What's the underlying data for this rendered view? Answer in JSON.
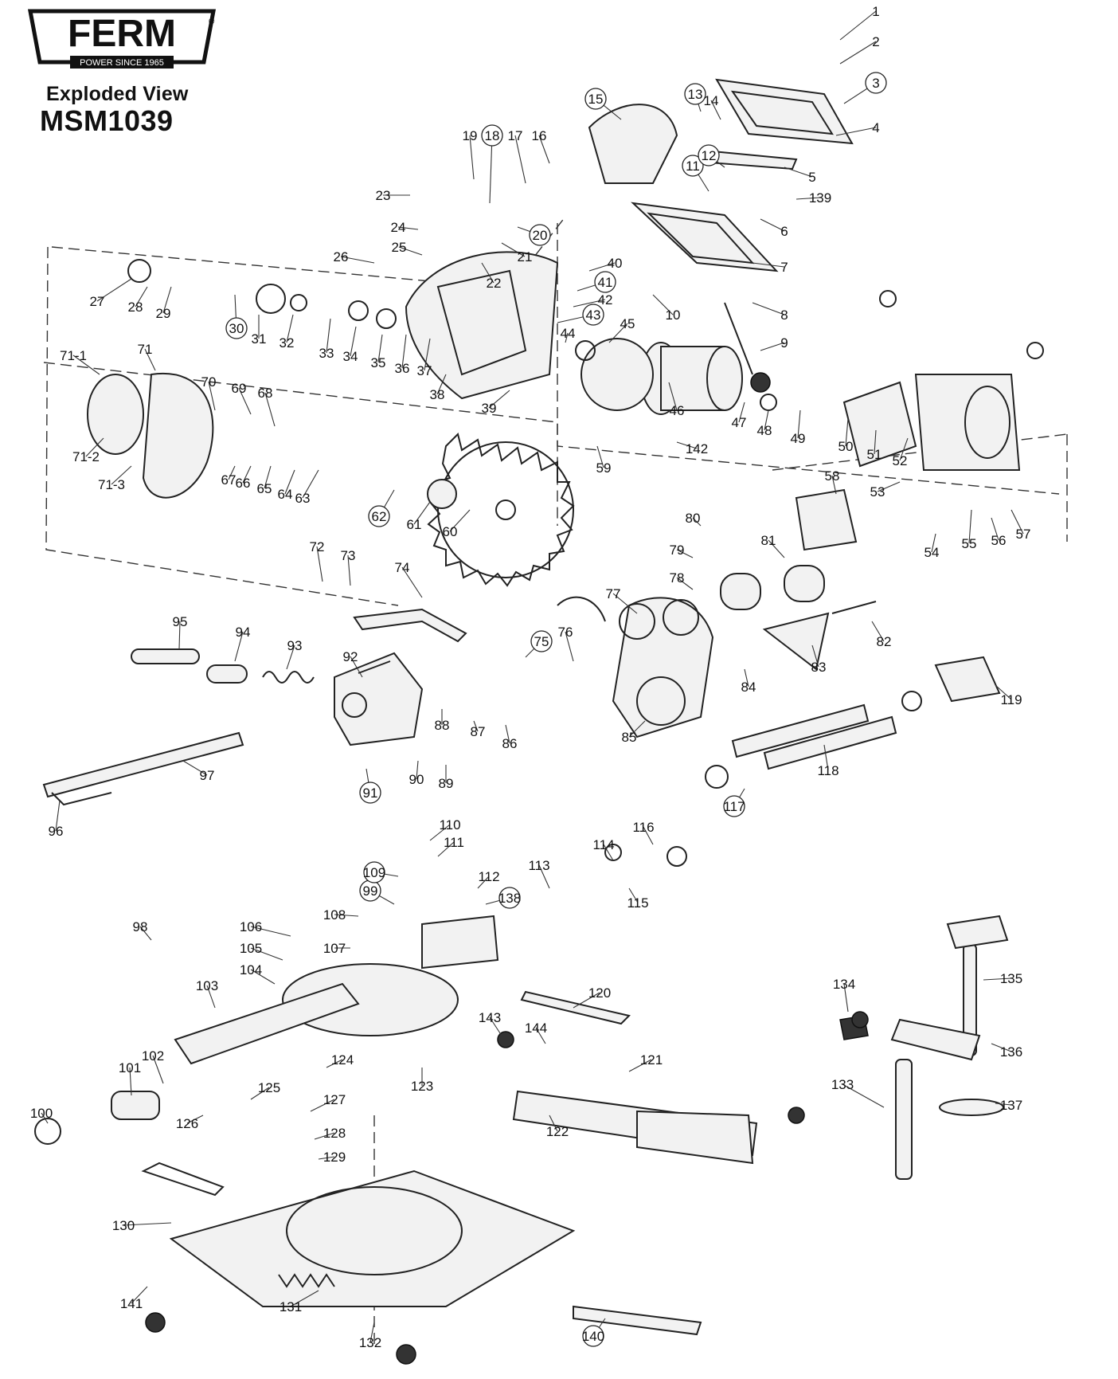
{
  "brand": {
    "name": "FERM",
    "tagline": "POWER SINCE 1965",
    "registered_mark": "®"
  },
  "header": {
    "subtitle": "Exploded View",
    "model": "MSM1039"
  },
  "diagram": {
    "part_labels": [
      "1",
      "2",
      "3",
      "4",
      "5",
      "6",
      "7",
      "8",
      "9",
      "10",
      "11",
      "12",
      "13",
      "14",
      "15",
      "16",
      "17",
      "18",
      "19",
      "20",
      "21",
      "22",
      "23",
      "24",
      "25",
      "26",
      "27",
      "28",
      "29",
      "30",
      "31",
      "32",
      "33",
      "34",
      "35",
      "36",
      "37",
      "38",
      "39",
      "40",
      "41",
      "42",
      "43",
      "44",
      "45",
      "46",
      "47",
      "48",
      "49",
      "50",
      "51",
      "52",
      "53",
      "54",
      "55",
      "56",
      "57",
      "58",
      "59",
      "60",
      "61",
      "62",
      "63",
      "64",
      "65",
      "66",
      "67",
      "68",
      "69",
      "70",
      "71",
      "71-1",
      "71-2",
      "71-3",
      "72",
      "73",
      "74",
      "75",
      "76",
      "77",
      "78",
      "79",
      "80",
      "81",
      "82",
      "83",
      "84",
      "85",
      "86",
      "87",
      "88",
      "89",
      "90",
      "91",
      "92",
      "93",
      "94",
      "95",
      "96",
      "97",
      "98",
      "99",
      "100",
      "101",
      "102",
      "103",
      "104",
      "105",
      "106",
      "107",
      "108",
      "109",
      "110",
      "111",
      "112",
      "113",
      "114",
      "115",
      "116",
      "117",
      "118",
      "119",
      "120",
      "121",
      "122",
      "123",
      "124",
      "125",
      "126",
      "127",
      "128",
      "129",
      "130",
      "131",
      "132",
      "133",
      "134",
      "135",
      "136",
      "137",
      "138",
      "139",
      "140",
      "141",
      "142",
      "143",
      "144"
    ]
  },
  "colors": {
    "ink": "#111111",
    "background": "#ffffff"
  }
}
